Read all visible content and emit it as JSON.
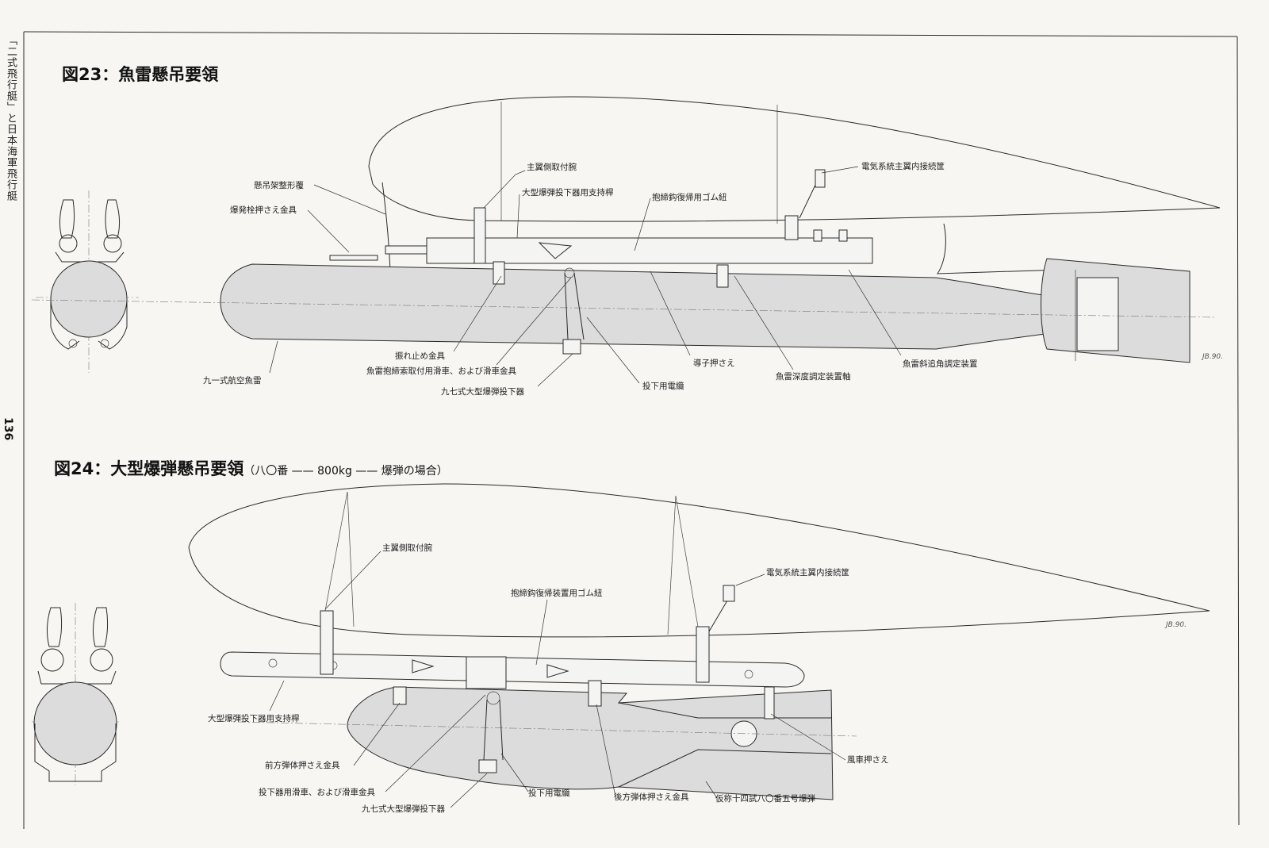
{
  "side_header": "「二式飛行艇」と日本海軍飛行艇",
  "page_number": "136",
  "fig23": {
    "title": "図23：魚雷懸吊要領",
    "labels": {
      "wing_fitting": "主翼側取付腕",
      "bomb_release_strut": "大型爆弾投下器用支持桿",
      "fairing": "懸吊架整形覆",
      "detonator_clamp": "爆発栓押さえ金具",
      "hook_rubber": "抱締鈎復帰用ゴム紐",
      "electric_connector": "電気系統主翼内接続筐",
      "sway_brace": "振れ止め金具",
      "pulley": "魚雷抱締索取付用滑車、および滑車金具",
      "release_unit": "九七式大型爆弾投下器",
      "torpedo_name": "九一式航空魚雷",
      "release_wire": "投下用電纜",
      "conductor_clamp": "導子押さえ",
      "depth_shaft": "魚雷深度調定装置軸",
      "angle_device": "魚雷斜追角調定装置"
    },
    "signature": "JB.90."
  },
  "fig24": {
    "title": "図24：大型爆弾懸吊要領",
    "subtitle": "（八〇番 —— 800kg —— 爆弾の場合）",
    "labels": {
      "wing_fitting": "主翼側取付腕",
      "electric_connector": "電気系統主翼内接続筐",
      "hook_rubber": "抱締鈎復帰装置用ゴム紐",
      "strut": "大型爆弾投下器用支持桿",
      "front_clamp": "前方弾体押さえ金具",
      "pulley": "投下器用滑車、および滑車金具",
      "release_unit": "九七式大型爆弾投下器",
      "release_wire": "投下用電纜",
      "rear_clamp": "後方弾体押さえ金具",
      "bomb_name": "仮称十四試八〇番五号爆弾",
      "windmill_clamp": "風車押さえ"
    },
    "signature": "JB.90."
  }
}
